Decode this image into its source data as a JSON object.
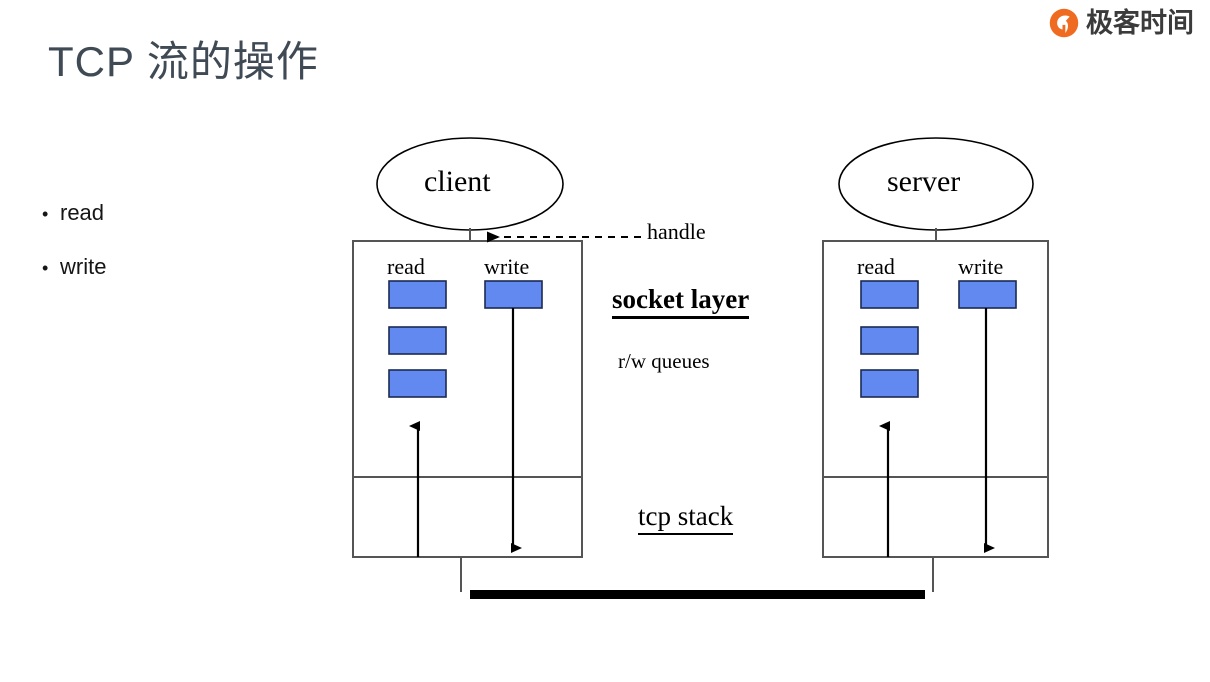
{
  "brand": {
    "name": "极客时间",
    "logo_icon": "geektime-circle-logo-icon",
    "logo_color": "#F06B22"
  },
  "slide": {
    "title": "TCP 流的操作",
    "title_color": "#3f4a55",
    "background": "#ffffff"
  },
  "bullets": {
    "marker": "•",
    "items": [
      {
        "label": "read"
      },
      {
        "label": "write"
      }
    ]
  },
  "diagram": {
    "accent_blue": "#6189F0",
    "line_color": "#555555",
    "stroke_color": "#000000",
    "nodes": [
      {
        "id": "client",
        "label": "client"
      },
      {
        "id": "server",
        "label": "server"
      }
    ],
    "annotations": {
      "handle": "handle",
      "socket_layer": "socket layer",
      "rw_queues": "r/w queues",
      "tcp_stack": "tcp stack"
    },
    "stacks": [
      {
        "id": "client-stack",
        "owner": "client",
        "read_label": "read",
        "write_label": "write",
        "read_queue_count": 3,
        "write_queue_count": 1,
        "read_arrow_direction": "up",
        "write_arrow_direction": "down"
      },
      {
        "id": "server-stack",
        "owner": "server",
        "read_label": "read",
        "write_label": "write",
        "read_queue_count": 3,
        "write_queue_count": 1,
        "read_arrow_direction": "up",
        "write_arrow_direction": "down"
      }
    ],
    "network": {
      "id": "network-bus",
      "style": "thick-black-bar"
    }
  }
}
